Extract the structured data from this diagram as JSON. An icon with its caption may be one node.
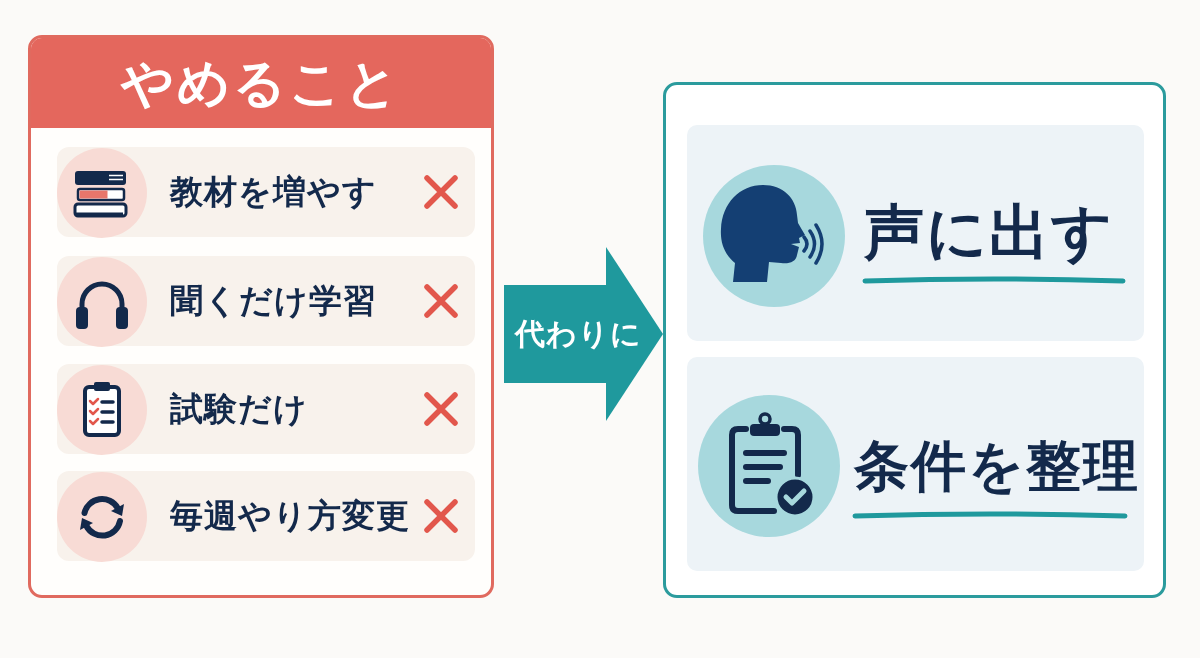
{
  "diagram": {
    "nodes": [
      {
        "text": [
          "やめること"
        ]
      },
      {
        "text": [
          "教材を増やす"
        ],
        "in": 0
      },
      {
        "text": [
          "聞くだけ学習"
        ],
        "in": 0
      },
      {
        "text": [
          "試験だけ"
        ],
        "in": 0
      },
      {
        "text": [
          "毎週やり方変更"
        ],
        "in": 0
      },
      {
        "text": [],
        "shape": "box"
      },
      {
        "text": [
          "声に出す"
        ],
        "in": 5
      },
      {
        "text": [
          "条件を整理"
        ],
        "in": 5
      }
    ],
    "edges": [
      {
        "from": 0,
        "to": 5,
        "arrow": "to",
        "label": "代わりに"
      }
    ]
  }
}
